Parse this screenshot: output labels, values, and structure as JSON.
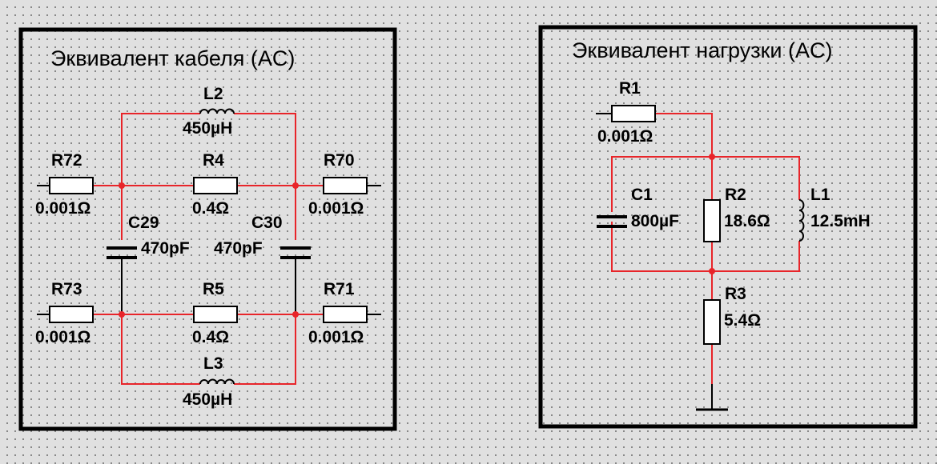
{
  "panels": {
    "cable": {
      "title": "Эквивалент кабеля (AC)"
    },
    "load": {
      "title": "Эквивалент нагрузки (AC)"
    }
  },
  "components": {
    "L2": {
      "name": "L2",
      "value": "450µH"
    },
    "R72": {
      "name": "R72",
      "value": "0.001Ω"
    },
    "R4": {
      "name": "R4",
      "value": "0.4Ω"
    },
    "R70": {
      "name": "R70",
      "value": "0.001Ω"
    },
    "C29": {
      "name": "C29",
      "value": "470pF"
    },
    "C30": {
      "name": "C30",
      "value": "470pF"
    },
    "R73": {
      "name": "R73",
      "value": "0.001Ω"
    },
    "R5": {
      "name": "R5",
      "value": "0.4Ω"
    },
    "R71": {
      "name": "R71",
      "value": "0.001Ω"
    },
    "L3": {
      "name": "L3",
      "value": "450µH"
    },
    "R1": {
      "name": "R1",
      "value": "0.001Ω"
    },
    "C1": {
      "name": "C1",
      "value": "800µF"
    },
    "R2": {
      "name": "R2",
      "value": "18.6Ω"
    },
    "L1": {
      "name": "L1",
      "value": "12.5mH"
    },
    "R3": {
      "name": "R3",
      "value": "5.4Ω"
    }
  },
  "colors": {
    "wire_active": "#e8252a",
    "wire_passive": "#000000",
    "background": "#e0e0e0"
  },
  "icons": {
    "resistor": "resistor-icon",
    "capacitor": "capacitor-icon",
    "inductor": "inductor-icon",
    "ground": "ground-icon"
  }
}
